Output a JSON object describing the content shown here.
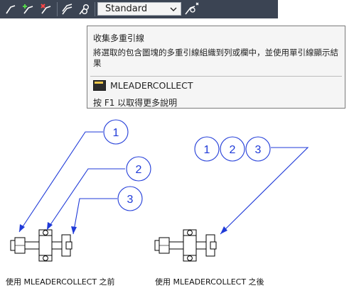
{
  "toolbar": {
    "style_value": "Standard",
    "icons": [
      "multileader-icon",
      "add-leader-icon",
      "remove-leader-icon",
      "align-multileaders-icon",
      "collect-multileaders-icon",
      "multileader-style-icon"
    ]
  },
  "tooltip": {
    "title": "收集多重引線",
    "description": "將選取的包含圖塊的多重引線組織到列或欄中，並使用單引線顯示結果",
    "command": "MLEADERCOLLECT",
    "help": "按 F1 以取得更多說明"
  },
  "drawing": {
    "balloons_before": [
      "1",
      "2",
      "3"
    ],
    "balloons_after": [
      "1",
      "2",
      "3"
    ]
  },
  "captions": {
    "before": "使用 MLEADERCOLLECT 之前",
    "after": "使用 MLEADERCOLLECT 之後"
  },
  "colors": {
    "toolbar_bg": "#3b4453",
    "leader_blue": "#1f3ad8",
    "part_outline": "#000000"
  }
}
